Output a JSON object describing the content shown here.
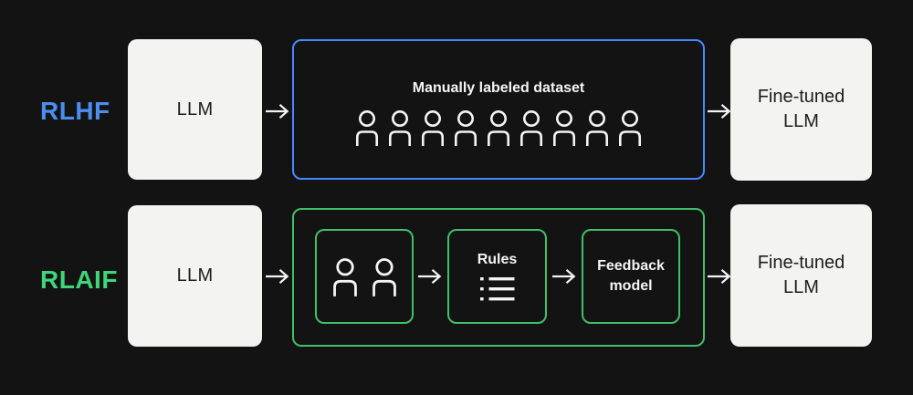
{
  "colors": {
    "background": "#131313",
    "accent_blue": "#4589ff",
    "accent_green": "#3ec06a",
    "label_blue": "#4b8ef0",
    "label_green": "#3fd578",
    "box_fill": "#f3f3f2",
    "box_text": "#1c1c1c",
    "icon_white": "#f4f4f4"
  },
  "icons": {
    "person": "outlined person silhouette (head circle + shoulders)",
    "rules_list": "bulleted list (3 dots + 3 lines)",
    "arrow": "right arrow"
  },
  "rows": {
    "rlhf": {
      "label": "RLHF",
      "llm": "LLM",
      "dataset": {
        "title": "Manually labeled dataset",
        "person_count": 9
      },
      "output_line1": "Fine-tuned",
      "output_line2": "LLM"
    },
    "rlaif": {
      "label": "RLAIF",
      "llm": "LLM",
      "pipeline": {
        "annotators_person_count": 2,
        "rules_label": "Rules",
        "feedback_line1": "Feedback",
        "feedback_line2": "model"
      },
      "output_line1": "Fine-tuned",
      "output_line2": "LLM"
    }
  }
}
